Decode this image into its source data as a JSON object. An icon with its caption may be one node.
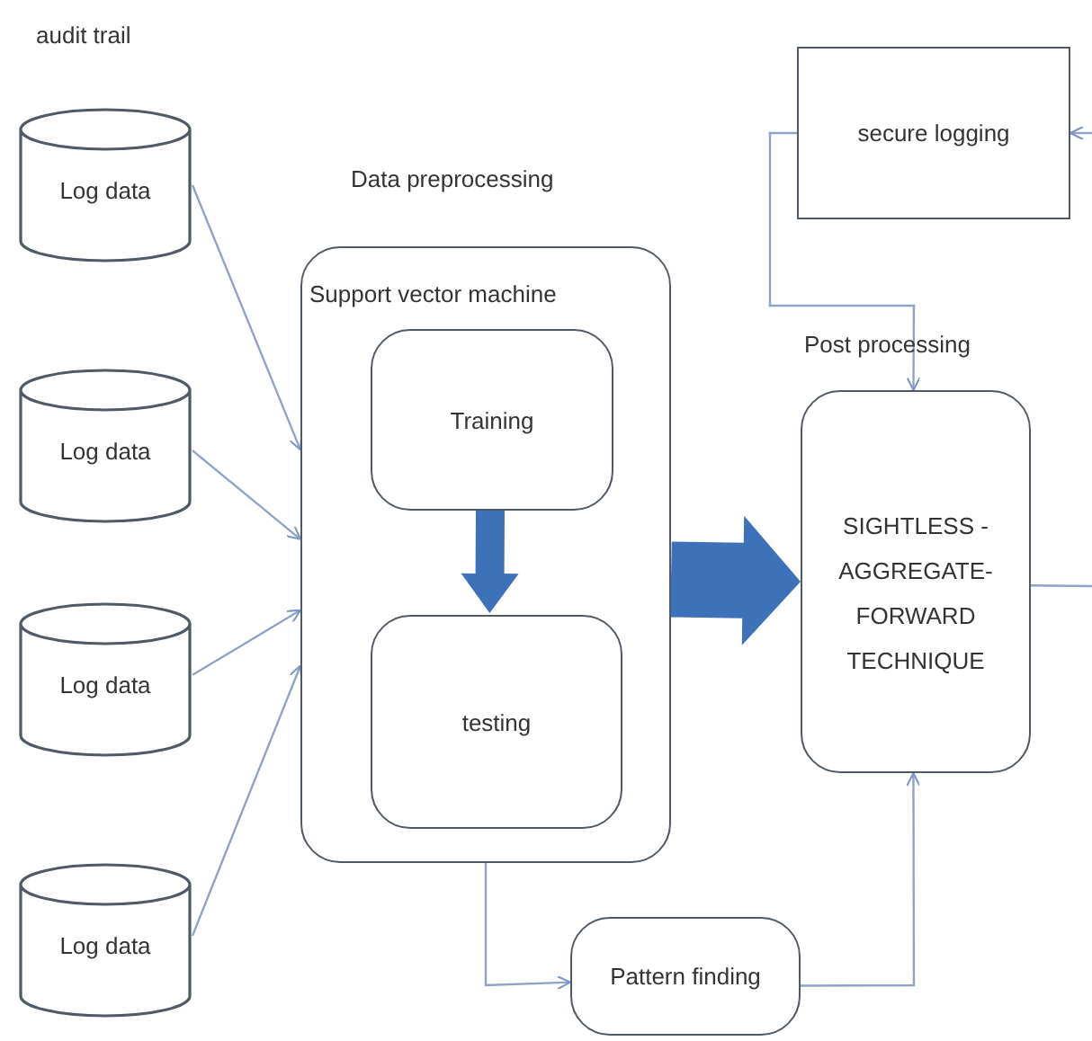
{
  "diagram": {
    "nodes": [
      {
        "text": [
          "Log data"
        ]
      },
      {
        "text": [
          "Log data"
        ]
      },
      {
        "text": [
          "Log data"
        ]
      },
      {
        "text": [
          "Log data"
        ]
      },
      {
        "text": [
          "Support vector machine"
        ],
        "beside": [
          "Data preprocessing"
        ]
      },
      {
        "text": [
          "Training"
        ],
        "in": 4
      },
      {
        "text": [
          "testing"
        ],
        "in": 4
      },
      {
        "text": [
          "secure logging"
        ]
      },
      {
        "text": [
          "SIGHTLESS - AGGREGATE- FORWARD TECHNIQUE"
        ],
        "beside": [
          "Post processing"
        ]
      },
      {
        "text": [
          "Pattern  finding"
        ]
      }
    ],
    "edges": [
      {
        "from": 0,
        "to": 4,
        "arrow": "to"
      },
      {
        "from": 1,
        "to": 4,
        "arrow": "to"
      },
      {
        "from": 2,
        "to": 4,
        "arrow": "to"
      },
      {
        "from": 3,
        "to": 4,
        "arrow": "to"
      },
      {
        "from": 5,
        "to": 6,
        "arrow": "to",
        "style": "thick",
        "color": "#3d71b8"
      },
      {
        "from": 4,
        "to": 8,
        "arrow": "to",
        "style": "thick",
        "color": "#3d71b8"
      },
      {
        "from": null,
        "to": 7,
        "arrow": "to"
      },
      {
        "from": 7,
        "to": 8,
        "arrow": "to"
      },
      {
        "from": 8,
        "to": null,
        "arrow": "none"
      },
      {
        "from": 4,
        "to": 9,
        "arrow": "to"
      },
      {
        "from": 9,
        "to": 8,
        "arrow": "to"
      }
    ],
    "labels": [
      "audit trail"
    ]
  }
}
